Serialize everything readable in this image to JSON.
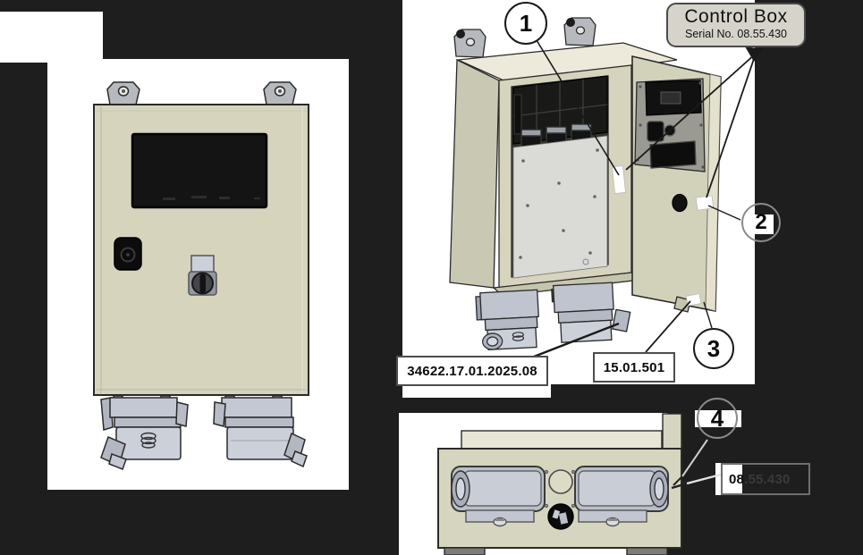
{
  "control_box_label": {
    "title": "Control Box",
    "subtitle": "Serial No. 08.55.430"
  },
  "callouts": [
    {
      "number": "1"
    },
    {
      "number": "2"
    },
    {
      "number": "3"
    },
    {
      "number": "4"
    }
  ],
  "part_labels": {
    "main": "34622.17.01.2025.08",
    "gland": "15.01.501",
    "bottom": {
      "visible": "08",
      "faded": ".55.430"
    }
  },
  "colors": {
    "background": "#1e1e1e",
    "page": "#ffffff",
    "cabinet_beige": "#d6d4bd",
    "cabinet_top": "#eeeadb",
    "connector_gray": "#c5c9d2",
    "bubble_background": "#d6d4ca",
    "line": "#1a1a1a"
  }
}
